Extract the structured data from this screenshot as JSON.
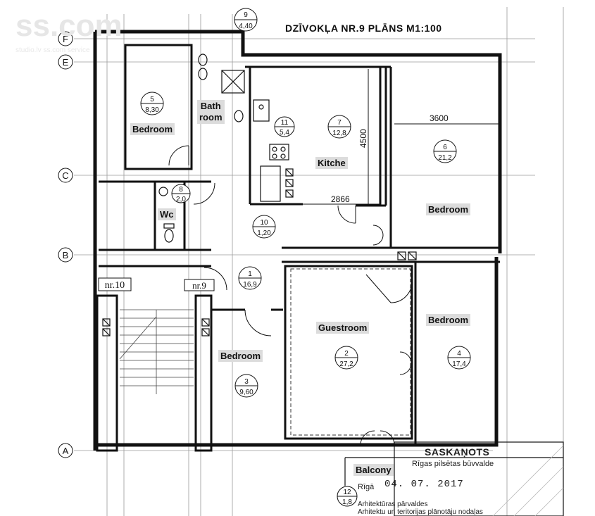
{
  "title": "DZĪVOKĻA NR.9  PLĀNS M1:100",
  "watermark": {
    "main": "ss.com",
    "sub": "studio.lv  ss.com  service"
  },
  "axes": {
    "letters": [
      "F",
      "E",
      "C",
      "B",
      "A"
    ],
    "top_number": "9",
    "top_number_value": "4,40"
  },
  "room_labels": {
    "bedroom_nw": "Bedroom",
    "bathroom": "Bath\nroom",
    "kitchen": "Kitche",
    "bedroom_ne": "Bedroom",
    "wc": "Wc",
    "guestroom": "Guestroom",
    "bedroom_e": "Bedroom",
    "bedroom_sw": "Bedroom",
    "balcony": "Balcony"
  },
  "rooms": [
    {
      "id": "5",
      "area": "8,30"
    },
    {
      "id": "11",
      "area": "5,4"
    },
    {
      "id": "7",
      "area": "12,8"
    },
    {
      "id": "6",
      "area": "21,2"
    },
    {
      "id": "8",
      "area": "2,0"
    },
    {
      "id": "10",
      "area": "1,20"
    },
    {
      "id": "1",
      "area": "16,9"
    },
    {
      "id": "3",
      "area": "9,60"
    },
    {
      "id": "2",
      "area": "27,2"
    },
    {
      "id": "4",
      "area": "17,4"
    },
    {
      "id": "12",
      "area": "1,8"
    }
  ],
  "dimensions": {
    "d1": "3600",
    "d2": "4500",
    "d3": "2866"
  },
  "apartment_tags": {
    "left": "nr.10",
    "right": "nr.9"
  },
  "stamp": {
    "heading": "SASKAŅOTS",
    "line1": "Rīgas pilsētas būvvalde",
    "prefix": "Rīgā",
    "date": "04. 07. 2017",
    "line2": "Arhitektūras pārvaldes",
    "line3": "Arhitektu un teritorijas plānotāju nodaļas"
  },
  "colors": {
    "ink": "#111111",
    "label_bg": "#dcdcdc",
    "grid": "#9a9a9a"
  }
}
